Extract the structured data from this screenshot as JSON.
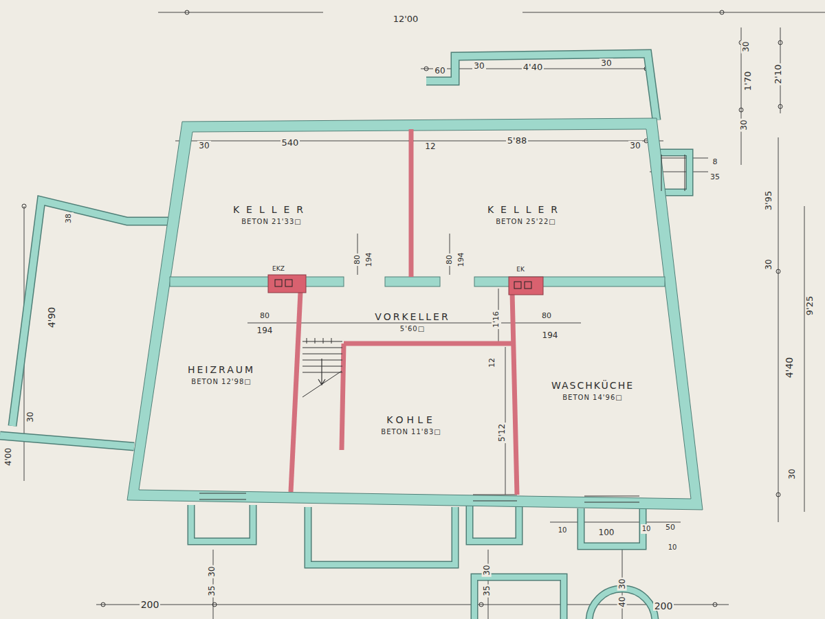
{
  "diagram": {
    "nodes": [
      {
        "text": [
          "KELLER",
          "BETON 21'33□"
        ]
      },
      {
        "text": [
          "KELLER",
          "BETON 25'22□"
        ]
      },
      {
        "text": [
          "VORKELLER",
          "5'60□"
        ]
      },
      {
        "text": [
          "HEIZRAUM",
          "BETON 12'98□"
        ]
      },
      {
        "text": [
          "KOHLE",
          "BETON 11'83□"
        ]
      },
      {
        "text": [
          "WASCHKÜCHE",
          "BETON 14'96□"
        ]
      }
    ],
    "labels": [
      "12'00",
      "60",
      "30",
      "4'40",
      "30",
      "30",
      "1'70",
      "2'10",
      "30",
      "3'95",
      "30",
      "9'25",
      "4'40",
      "30",
      "30",
      "540",
      "12",
      "5'88",
      "30",
      "8",
      "35",
      "80",
      "194",
      "80",
      "194",
      "80",
      "194",
      "80",
      "194",
      "1'16",
      "12",
      "5'12",
      "4'90",
      "38",
      "30",
      "4'00",
      "30",
      "35",
      "200",
      "10",
      "100",
      "10",
      "50",
      "10",
      "30",
      "35",
      "30",
      "40",
      "200",
      "EKZ",
      "EK"
    ]
  }
}
